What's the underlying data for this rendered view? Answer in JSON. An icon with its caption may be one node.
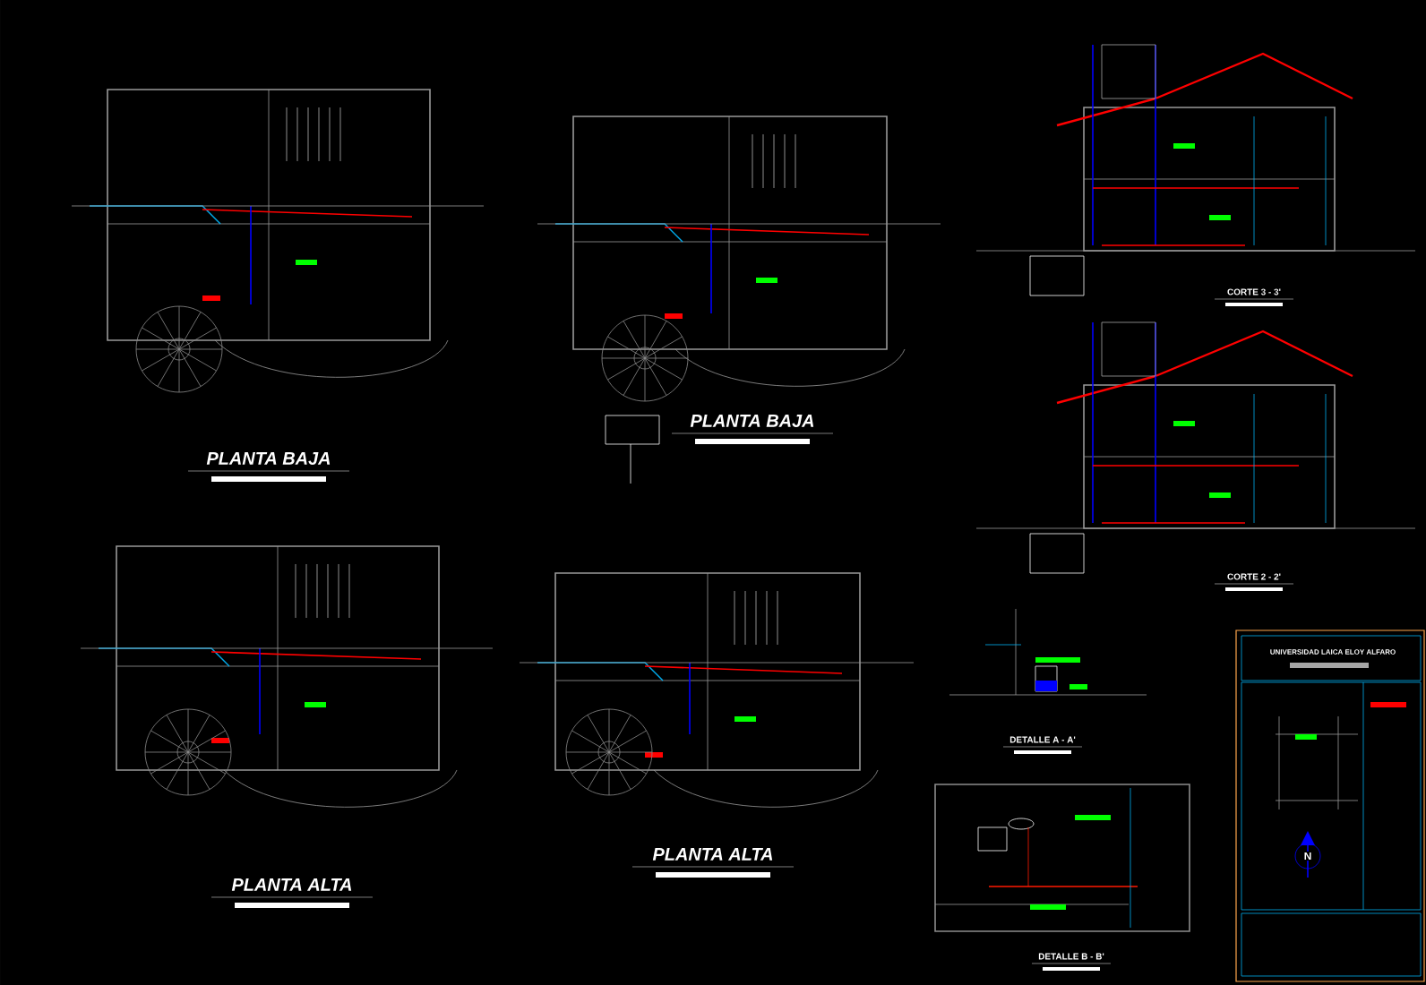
{
  "diagram": {
    "labels": [
      "PLANTA BAJA",
      "PLANTA BAJA",
      "PLANTA ALTA",
      "PLANTA ALTA",
      "CORTE 3 - 3'",
      "CORTE 2 - 2'",
      "DETALLE A - A'",
      "DETALLE B - B'",
      "UNIVERSIDAD LAICA ELOY ALFARO",
      "N"
    ]
  }
}
